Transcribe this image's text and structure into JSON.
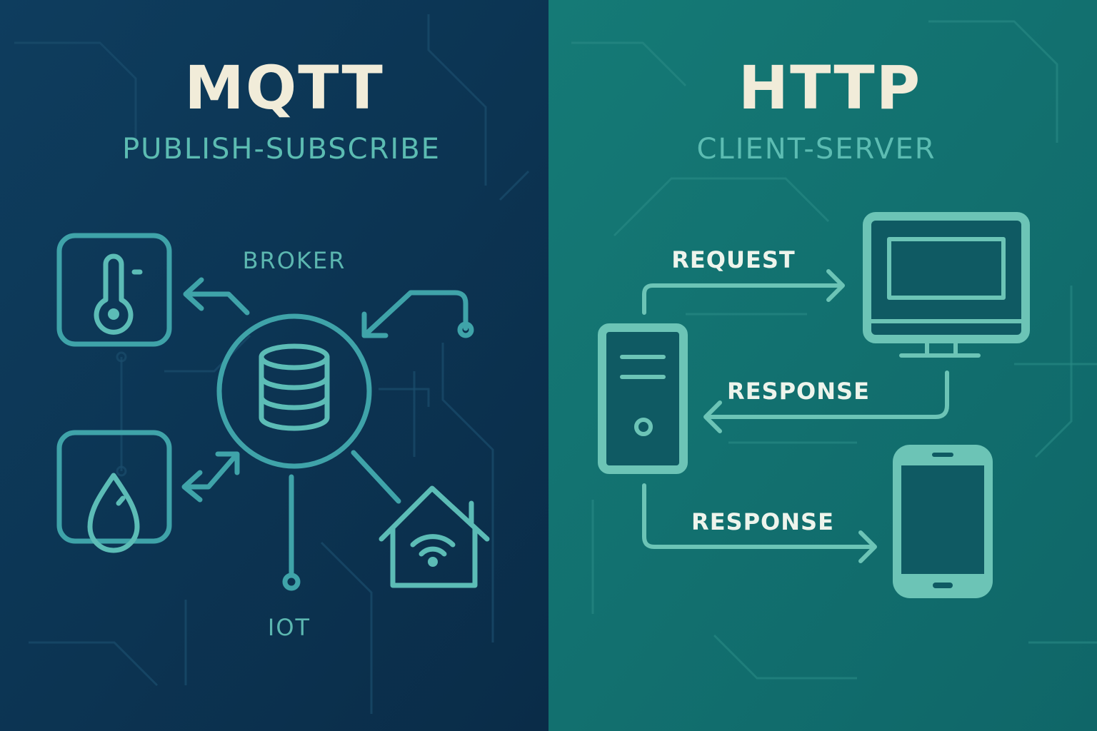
{
  "mqtt": {
    "title": "MQTT",
    "subtitle": "PUBLISH-SUBSCRIBE",
    "broker_label": "BROKER",
    "iot_label": "IOT",
    "icons": [
      "thermometer-icon",
      "water-drop-icon",
      "database-icon",
      "smart-home-wifi-icon"
    ]
  },
  "http": {
    "title": "HTTP",
    "subtitle": "CLIENT-SERVER",
    "request_label": "REQUEST",
    "response_label_1": "RESPONSE",
    "response_label_2": "RESPONSE",
    "icons": [
      "server-tower-icon",
      "desktop-monitor-icon",
      "smartphone-icon"
    ]
  },
  "colors": {
    "left_bg": "#0c3452",
    "right_bg": "#12716f",
    "title": "#f1ecd9",
    "accent_left": "#3fa3a9",
    "accent_right": "#6cc4b6"
  }
}
